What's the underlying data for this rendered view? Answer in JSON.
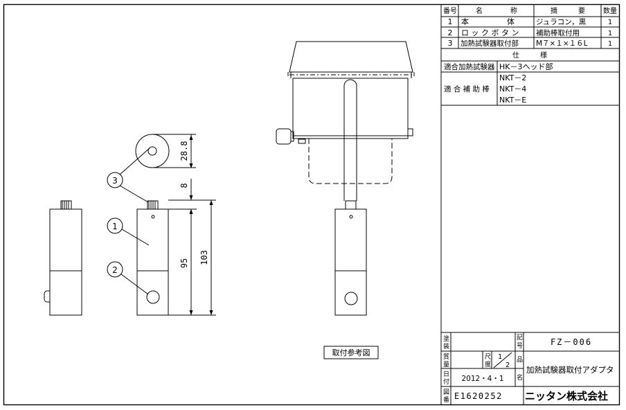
{
  "parts_table": {
    "headers": {
      "no": "番号",
      "name": "名　　　　称",
      "spec": "摘　　　要",
      "qty": "数量"
    },
    "rows": [
      {
        "no": "1",
        "name": "本　　　　　体",
        "spec": "ジュラコン，黒",
        "qty": "1"
      },
      {
        "no": "2",
        "name": "ロ ッ ク ボ タ ン",
        "spec": "補助棒取付用",
        "qty": "1"
      },
      {
        "no": "3",
        "name": "加熱試験器取付部",
        "spec": "M７×１×１６L",
        "qty": "1"
      }
    ]
  },
  "spec_table": {
    "title": "仕　　　様",
    "rows": [
      {
        "label": "適合加熱試験器",
        "values": [
          "HK－3ヘッド部"
        ]
      },
      {
        "label": "適 合 補 助 棒",
        "values": [
          "NKT－2",
          "NKT－4",
          "NKT－E"
        ]
      }
    ]
  },
  "title_block": {
    "paint_label": "塗装",
    "paint_value": "",
    "mass_label": "質量",
    "mass_value": "",
    "scale_label": "尺度",
    "scale_value": "1／2",
    "date_label": "日付",
    "date_value": "2012・4・1",
    "drawing_no_label": "図番",
    "drawing_no": "E1620252",
    "symbol_label": "記号",
    "symbol": "FZ－006",
    "product_label": "品名",
    "product_name": "加熱試験器取付アダプタ",
    "company": "ニッタン株式会社"
  },
  "drawing": {
    "balloons": [
      "3",
      "1",
      "2"
    ],
    "dimensions": [
      "28.8",
      "8",
      "95",
      "103"
    ],
    "reference_label": "取付参考図"
  }
}
